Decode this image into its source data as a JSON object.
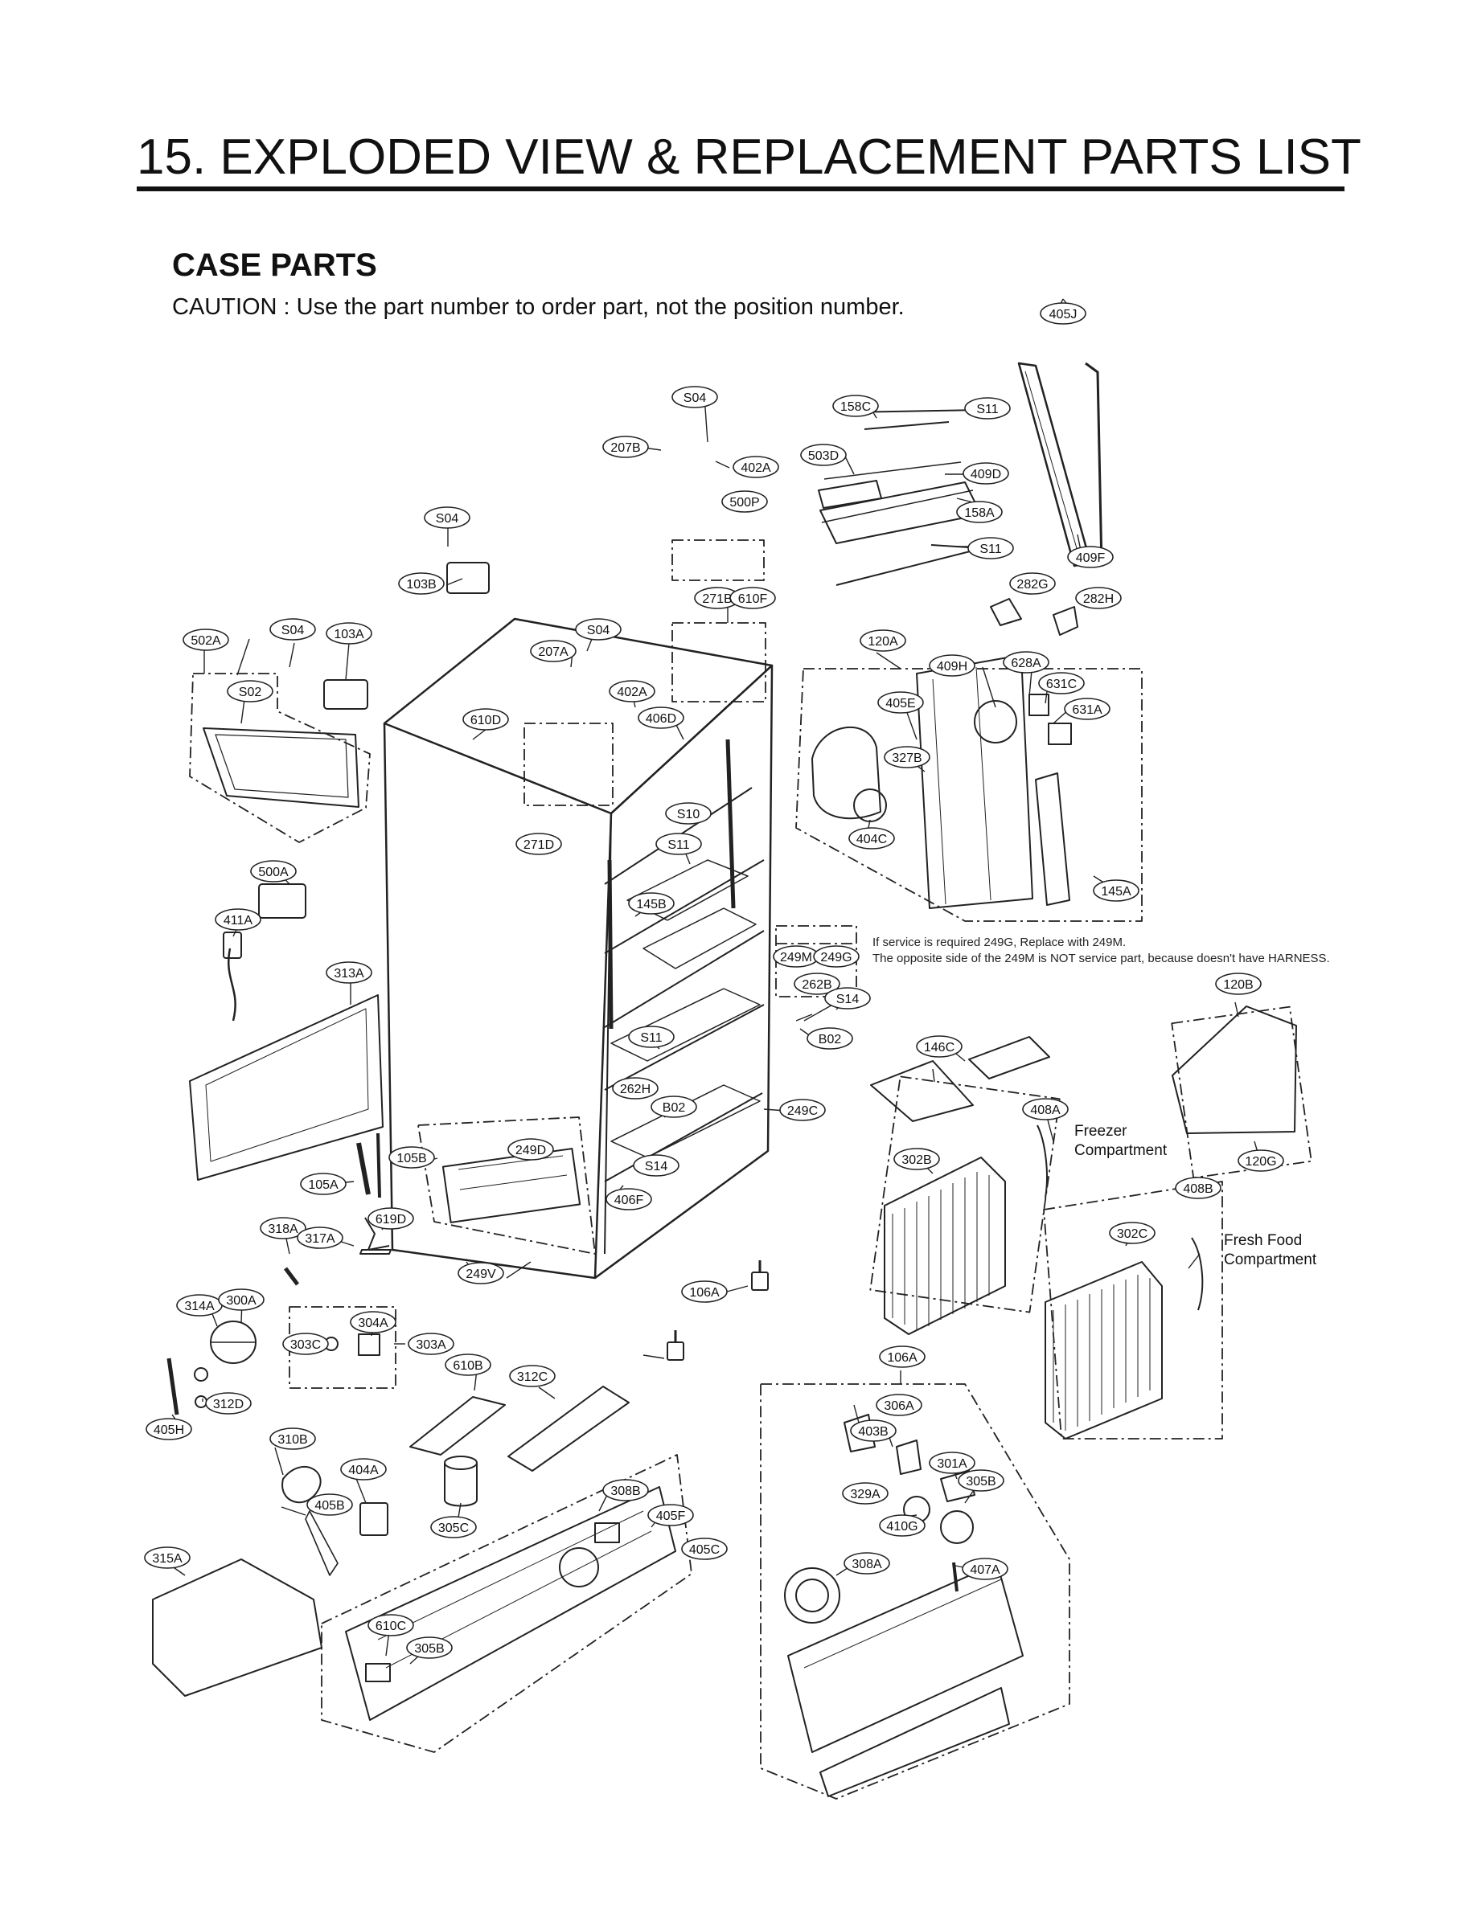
{
  "header": {
    "title": "15. EXPLODED VIEW & REPLACEMENT PARTS LIST"
  },
  "section": {
    "title": "CASE PARTS",
    "caution": "CAUTION : Use the part number to order part, not the position number."
  },
  "service_note": {
    "line1": "If service is required 249G, Replace with 249M.",
    "line2": "The opposite side of the 249M is NOT service part, because doesn't have HARNESS."
  },
  "zones": {
    "freezer": {
      "line1": "Freezer",
      "line2": "Compartment"
    },
    "fresh_food": {
      "line1": "Fresh Food",
      "line2": "Compartment"
    }
  },
  "callouts": [
    "405J",
    "S04",
    "158C",
    "S11",
    "207B",
    "402A",
    "503D",
    "409D",
    "500P",
    "158A",
    "S04",
    "S11",
    "409F",
    "103B",
    "271B",
    "610F",
    "282G",
    "282H",
    "502A",
    "S04",
    "103A",
    "S04",
    "207A",
    "120A",
    "409H",
    "628A",
    "S02",
    "402A",
    "631C",
    "405E",
    "610D",
    "406D",
    "631A",
    "327B",
    "S10",
    "271D",
    "S11",
    "404C",
    "145A",
    "500A",
    "145B",
    "411A",
    "249M",
    "249G",
    "262B",
    "313A",
    "S14",
    "120B",
    "S11",
    "B02",
    "146C",
    "262H",
    "B02",
    "249C",
    "408A",
    "249D",
    "105B",
    "302B",
    "S14",
    "120G",
    "105A",
    "406F",
    "408B",
    "619D",
    "318A",
    "317A",
    "302C",
    "249V",
    "106A",
    "314A",
    "300A",
    "304A",
    "303C",
    "303A",
    "106A",
    "610B",
    "312C",
    "312D",
    "306A",
    "405H",
    "310B",
    "403B",
    "404A",
    "301A",
    "405B",
    "308B",
    "305B",
    "329A",
    "405F",
    "305C",
    "410G",
    "405C",
    "315A",
    "308A",
    "407A",
    "610C",
    "305B",
    "305C"
  ]
}
